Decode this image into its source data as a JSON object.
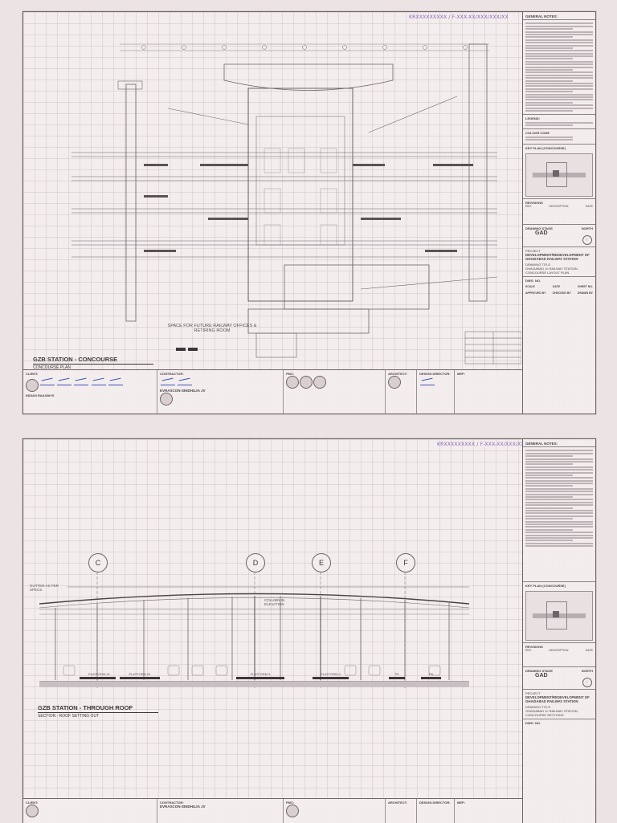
{
  "sheet1": {
    "stamp": "KRXXXXXXXXX / F-XXX-XX/XXX/XXX/XX",
    "general_notes_header": "GENERAL NOTES:",
    "legend_header": "LEGEND:",
    "color_code_header": "COLOUR CODE",
    "key_plan_header": "KEY PLAN (CONCOURSE)",
    "revisions_header": "REVISIONS",
    "revision_columns": [
      "REV.",
      "DESCRIPTION",
      "DATE"
    ],
    "drawing_stage_label": "DRAWING STAGE",
    "drawing_stage_value": "GAD",
    "north_label": "NORTH",
    "project_label": "PROJECT",
    "project_value": "DEVELOPMENT/REDEVELOPMENT OF GHAZIABAD RAILWAY STATION",
    "drawing_title_label": "DRAWING TITLE",
    "drawing_title_value": "GHAZIABAD Jn RAILWAY STATION, CONCOURSE LAYOUT PLAN",
    "dwg_no_label": "DWG. NO.",
    "scale_label": "SCALE",
    "date_label": "DATE",
    "sheet_no_label": "SHEET NO.",
    "approved_label": "APPROVED BY",
    "checked_label": "CHECKED BY",
    "drawn_label": "DRAWN BY",
    "plan_title": "GZB STATION - CONCOURSE",
    "plan_subtitle": "CONCOURSE PLAN",
    "future_space_label": "SPACE FOR FUTURE RAILWAY OFFICES & RETIRING ROOM",
    "client_label": "CLIENT:",
    "client_name": "INDIAN RAILWAYS",
    "contractor_label": "CONTRACTOR:",
    "contractor_name": "EVRASCON-SINDHUJA JV",
    "pmc_label": "PMC:",
    "architect_label": "ARCHITECT:",
    "design_director_label": "DESIGN DIRECTOR:",
    "mep_label": "MEP:"
  },
  "sheet2": {
    "stamp": "KRXXXXXXXXX / F-XXX-XX/XXX/XXX/XX",
    "general_notes_header": "GENERAL NOTES:",
    "key_plan_header": "KEY PLAN (CONCOURSE)",
    "revisions_header": "REVISIONS",
    "revision_columns": [
      "REV.",
      "DESCRIPTION",
      "DATE"
    ],
    "drawing_stage_label": "DRAWING STAGE",
    "drawing_stage_value": "GAD",
    "north_label": "NORTH",
    "project_label": "PROJECT",
    "project_value": "DEVELOPMENT/REDEVELOPMENT OF GHAZIABAD RAILWAY STATION",
    "drawing_title_label": "DRAWING TITLE",
    "drawing_title_value": "GHAZIABAD Jn RAILWAY STATION, CONCOURSE SECTIONS",
    "dwg_no_label": "DWG. NO.",
    "section_title": "GZB STATION - THROUGH ROOF",
    "section_subtitle": "SECTION - ROOF SETTING OUT",
    "gutter_label": "GUTTER AS PER SPECS.",
    "column_label": "COLUMN IN ELEVATION",
    "grid_bubbles": [
      "C",
      "D",
      "E",
      "F"
    ],
    "platform_labels": [
      "PLATFORM 01",
      "PLATFORM 02",
      "PLATFORM 3",
      "PLATFORM 4",
      "P5",
      "P6"
    ],
    "client_label": "CLIENT:",
    "contractor_label": "CONTRACTOR:",
    "contractor_name": "EVRASCON-SINDHUJA JV",
    "pmc_label": "PMC:",
    "architect_label": "ARCHITECT:",
    "design_director_label": "DESIGN DIRECTOR:",
    "mep_label": "MEP:"
  }
}
